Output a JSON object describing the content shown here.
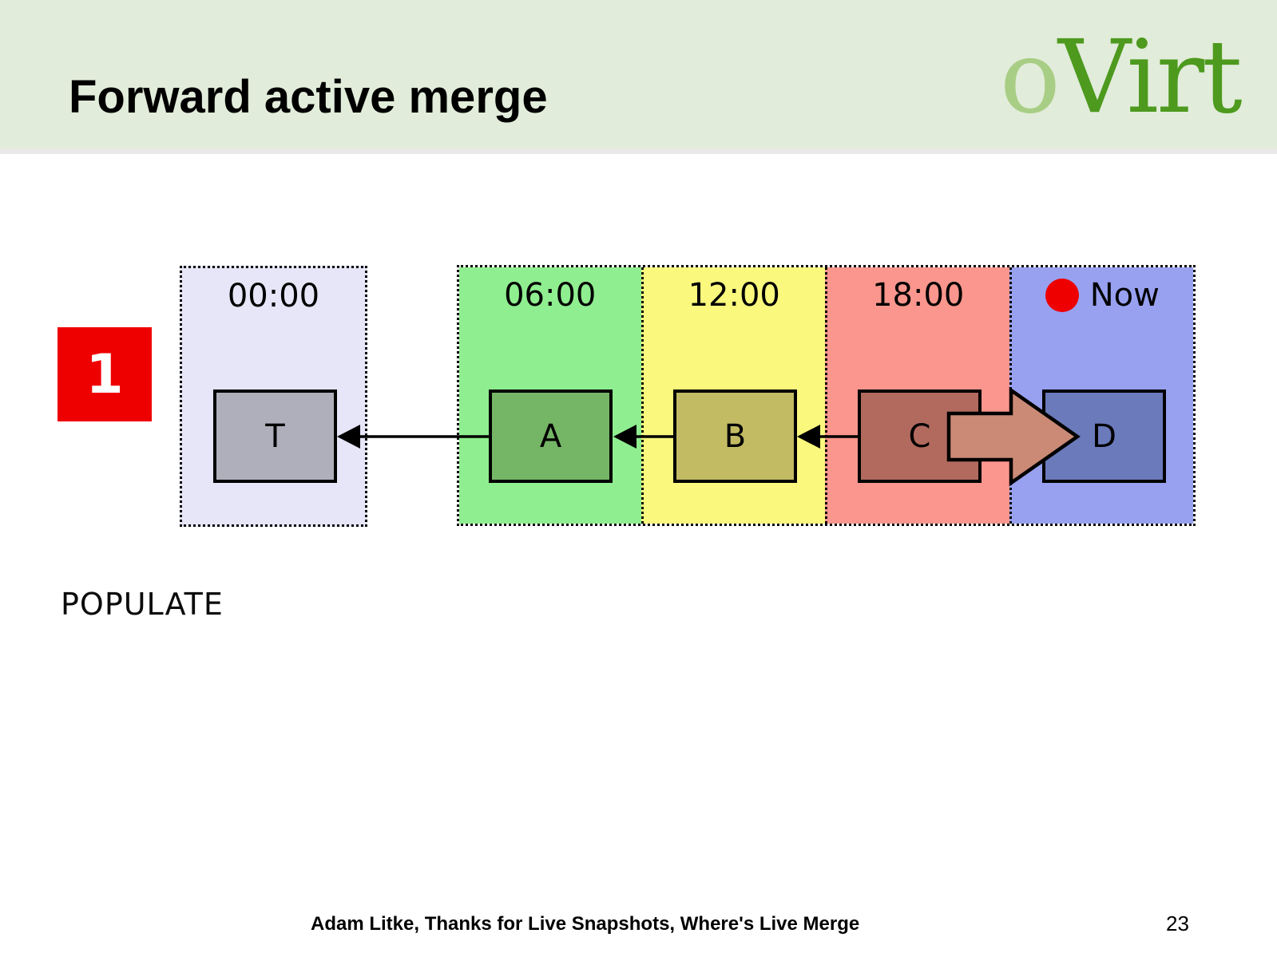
{
  "slide": {
    "title": "Forward active merge",
    "logo_o": "o",
    "logo_virt": "Virt",
    "step_badge": "1",
    "action_label": "POPULATE",
    "footer_attribution": "Adam Litke, Thanks for Live Snapshots, Where's Live Merge",
    "page_number": "23"
  },
  "diagram": {
    "base": {
      "label": "00:00",
      "node": "T",
      "bg_color": "#E6E6F8",
      "node_color": "#AFAFBC"
    },
    "sections": [
      {
        "label": "06:00",
        "node": "A",
        "bg_color": "#8FEE8F",
        "node_color": "#75B566"
      },
      {
        "label": "12:00",
        "node": "B",
        "bg_color": "#FAF87D",
        "node_color": "#C2BB64"
      },
      {
        "label": "18:00",
        "node": "C",
        "bg_color": "#FA968D",
        "node_color": "#B26A5E"
      },
      {
        "label": "Now",
        "node": "D",
        "bg_color": "#98A1F0",
        "node_color": "#6B7ABB",
        "indicator": "red-dot"
      }
    ],
    "backing_chain_arrows": [
      {
        "from": "A",
        "to": "T"
      },
      {
        "from": "B",
        "to": "A"
      },
      {
        "from": "C",
        "to": "B"
      }
    ],
    "merge_arrow": {
      "from": "C",
      "to": "D",
      "color": "#CA8A76"
    },
    "colors": {
      "header_band": "#E2ECDA",
      "badge_red": "#EE0000",
      "now_dot_red": "#EE0000",
      "logo_o_green": "#A8CE85",
      "logo_virt_green": "#4D9A1E",
      "arrow_stroke": "#000000"
    }
  }
}
